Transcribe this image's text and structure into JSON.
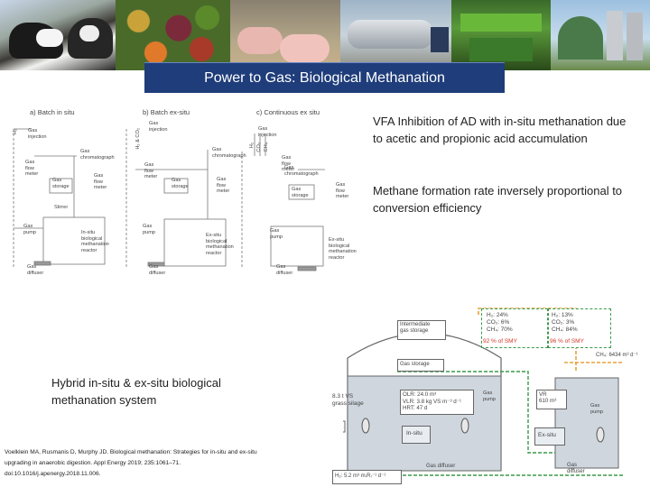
{
  "slide": {
    "title": "Power to Gas: Biological  Methanation",
    "bullet_1": "VFA Inhibition of AD with in-situ methanation due to acetic and propionic acid accumulation",
    "bullet_2": "Methane formation rate inversely proportional to conversion efficiency",
    "hybrid_caption": "Hybrid in-situ & ex-situ biological methanation system",
    "reference": "Voelklein MA, Rusmanis D, Murphy JD. Biological methanation: Strategies for in-situ and ex-situ upgrading in anaerobic digestion. Appl Energy 2019; 235:1061–71. doi:10.1016/j.apenergy.2018.11.006."
  },
  "photos": [
    "cows-photo",
    "vegetables-photo",
    "pigs-photo",
    "tanker-truck-photo",
    "green-machinery-photo",
    "digester-plant-photo"
  ],
  "fig1": {
    "label_a": "a) Batch in situ",
    "label_b": "b) Batch ex-situ",
    "label_c": "c) Continuous ex situ",
    "a": {
      "h2": "H₂",
      "gas_injection": "Gas\ninjection",
      "gas_chromatograph": "Gas\nchromatograph",
      "gas_flow_meter": "Gas\nflow\nmeter",
      "gas_storage": "Gas\nstorage",
      "gas_flow_meter_2": "Gas\nflow\nmeter",
      "stirrer": "Stirrer",
      "gas_pump": "Gas\npump",
      "reactor": "In-situ\nbiological\nmethanation\nreactor",
      "gas_diffuser": "Gas\ndiffuser"
    },
    "b": {
      "h2_co2": "H₂ & CO₂",
      "gas_injection": "Gas\ninjection",
      "gas_chromatograph": "Gas\nchromatograph",
      "gas_flow_meter": "Gas\nflow\nmeter",
      "gas_storage": "Gas\nstorage",
      "gas_flow_meter_2": "Gas\nflow\nmeter",
      "gas_pump": "Gas\npump",
      "reactor": "Ex-situ\nbiological\nmethanation\nreactor",
      "gas_diffuser": "Gas\ndiffuser"
    },
    "c": {
      "h2": "H₂",
      "co2": "CO₂",
      "ch4": "CH₄",
      "gas_injection": "Gas\ninjection",
      "gas_chromatograph": "Gas\nchromatograph",
      "gas_flow_meter": "Gas\nflow\nmeter",
      "gas_storage": "Gas\nstorage",
      "gas_flow_meter_2": "Gas\nflow\nmeter",
      "gas_pump": "Gas\npump",
      "reactor": "Ex-situ\nbiological\nmethanation\nreactor",
      "gas_diffuser": "Gas\ndiffuser"
    }
  },
  "fig2": {
    "box1": "H₂: 24%\nCO₂: 6%\nCH₄: 70%",
    "box1_smy": "92 % of SMY",
    "box2": "H₂: 13%\nCO₂: 3%\nCH₄: 84%",
    "box2_smy": "96 % of SMY",
    "intermediate": "Intermediate\ngas storage",
    "gas_storage": "Gas storage",
    "ch4_out": "CH₄: 6434 m³ d⁻¹",
    "vs": "8.3 t VS\ngrass silage",
    "olr": "OLR: 24.0 m³\nVLR: 3.8 kg VS m⁻³ d⁻¹\nHRT: 47 d",
    "gas_pump": "Gas\npump",
    "vr": "VR\n610 m³",
    "gas_pump_2": "Gas\npump",
    "in_situ": "In-situ",
    "ex_situ": "Ex-situ",
    "gas_diffuser": "Gas diffuser",
    "gas_diffuser_2": "Gas\ndiffuser",
    "h2_in": "H₂: 5.2 m³ m₍R₎⁻¹ d⁻¹"
  },
  "colors": {
    "title_bg": "#1f3d7a",
    "orange_dash": "#e8a33a",
    "green_dash": "#3a9a4a",
    "smy_red": "#d23a2a"
  }
}
